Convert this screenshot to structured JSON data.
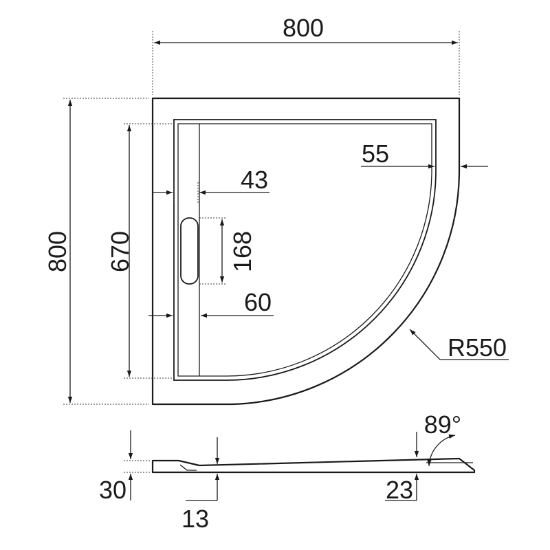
{
  "plan_view": {
    "width_label": "800",
    "height_label": "800",
    "inner_length_label": "670",
    "drain_length_label": "168",
    "channel_width_label": "43",
    "side_width_label": "60",
    "rim_width_label": "55",
    "radius_label": "R550"
  },
  "profile_view": {
    "angle_label": "89°",
    "total_height_label": "30",
    "outlet_height_label": "13",
    "edge_height_label": "23"
  }
}
